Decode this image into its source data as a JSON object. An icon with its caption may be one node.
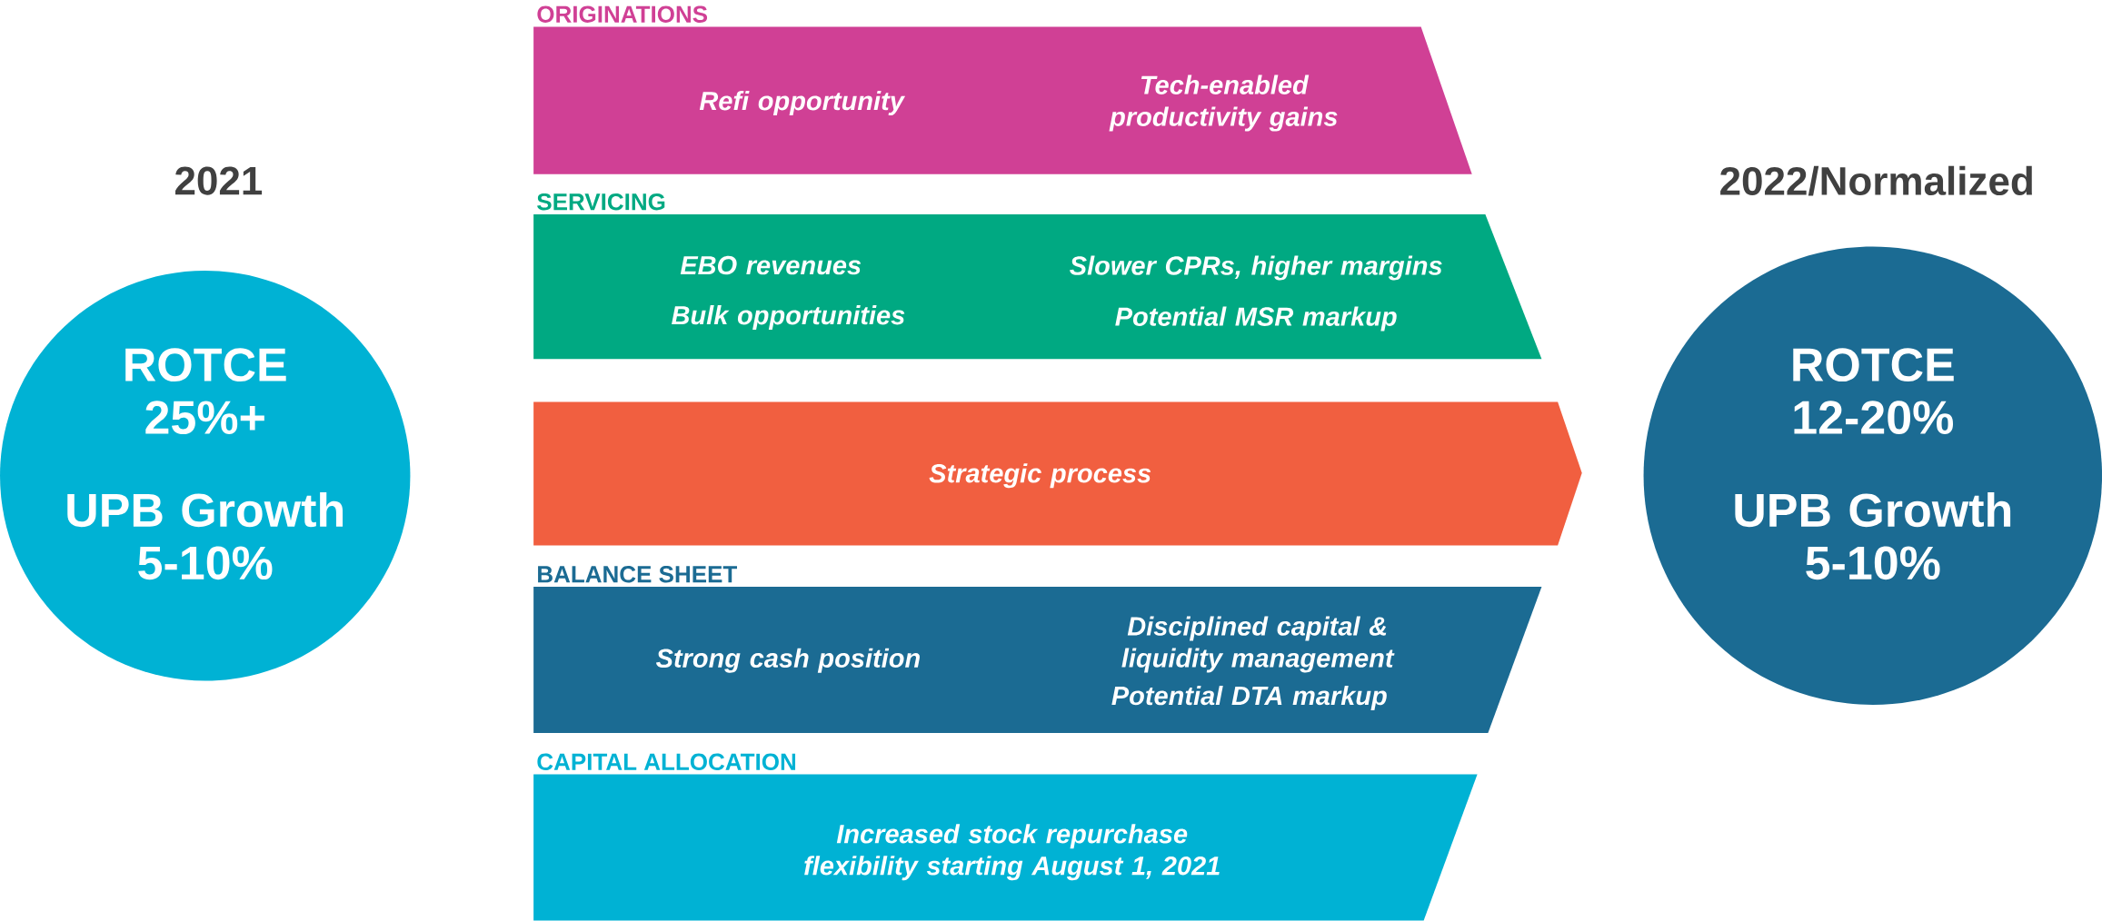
{
  "diagram": {
    "nodes": [
      {
        "text": [
          "2021",
          "ROTCE 25%+",
          "UPB Growth 5-10%"
        ]
      },
      {
        "text": [
          "ORIGINATIONS",
          "Refi opportunity",
          "Tech-enabled productivity gains"
        ]
      },
      {
        "text": [
          "SERVICING",
          "EBO revenues",
          "Bulk opportunities",
          "Slower CPRs, higher margins",
          "Potential MSR markup"
        ]
      },
      {
        "text": [
          "Strategic process"
        ]
      },
      {
        "text": [
          "BALANCE SHEET",
          "Strong cash position",
          "Disciplined capital & liquidity management",
          "Potential DTA markup"
        ]
      },
      {
        "text": [
          "CAPITAL ALLOCATION",
          "Increased stock repurchase flexibility starting August 1, 2021"
        ]
      },
      {
        "text": [
          "2022/Normalized",
          "ROTCE 12-20%",
          "UPB Growth 5-10%"
        ]
      }
    ]
  }
}
